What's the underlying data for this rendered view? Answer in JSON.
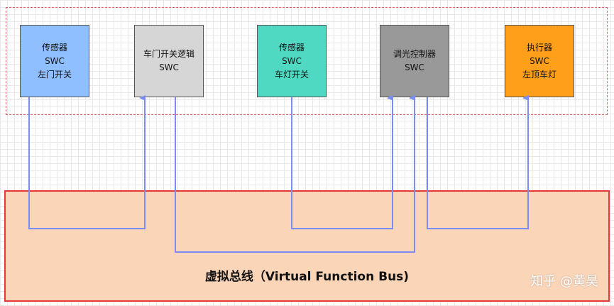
{
  "components": [
    {
      "id": "sensor-door",
      "lines": [
        "传感器",
        "SWC",
        "左门开关"
      ],
      "color": "#8fbfff"
    },
    {
      "id": "door-logic",
      "lines": [
        "车门开关逻辑",
        "SWC"
      ],
      "color": "#d6d6d6"
    },
    {
      "id": "sensor-light",
      "lines": [
        "传感器",
        "SWC",
        "车灯开关"
      ],
      "color": "#4fd9c3"
    },
    {
      "id": "dimmer",
      "lines": [
        "调光控制器",
        "SWC"
      ],
      "color": "#999999"
    },
    {
      "id": "actuator",
      "lines": [
        "执行器",
        "SWC",
        "左顶车灯"
      ],
      "color": "#ff9f1a"
    }
  ],
  "bus": {
    "label": "虚拟总线（Virtual Function Bus)"
  },
  "watermark": "知乎 @黄昊",
  "colors": {
    "wire": "#7b8cf5",
    "bus_fill": "#fbd5b8",
    "bus_border": "#e53935",
    "group_border": "#e06666"
  }
}
